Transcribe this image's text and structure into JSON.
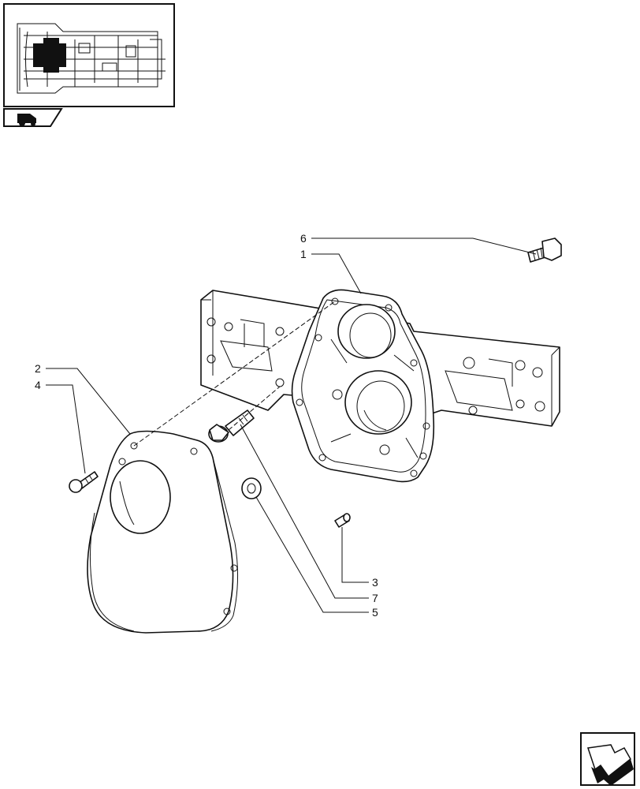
{
  "callouts": [
    {
      "id": "c6",
      "label": "6"
    },
    {
      "id": "c1",
      "label": "1"
    },
    {
      "id": "c2",
      "label": "2"
    },
    {
      "id": "c4",
      "label": "4"
    },
    {
      "id": "c3",
      "label": "3"
    },
    {
      "id": "c7",
      "label": "7"
    },
    {
      "id": "c5",
      "label": "5"
    }
  ],
  "icons": {
    "thumbnail": "transmission-section-thumbnail",
    "tab": "tractor-icon",
    "nav": "next-page-arrow-icon"
  }
}
